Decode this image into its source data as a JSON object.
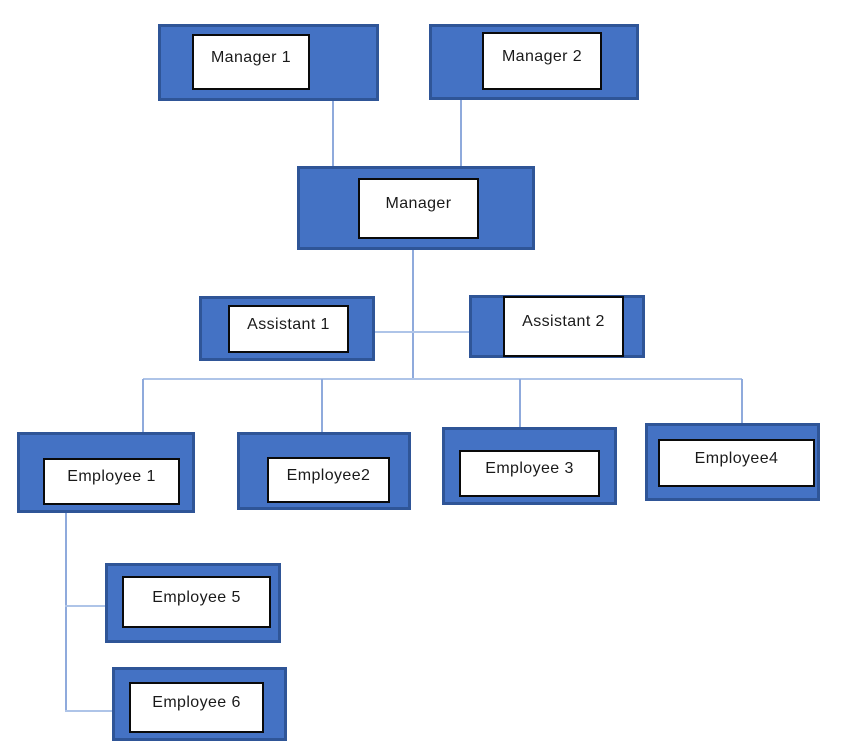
{
  "diagram": {
    "type": "org-chart",
    "title": "",
    "nodes": [
      {
        "id": "manager-1",
        "label": "Manager 1"
      },
      {
        "id": "manager-2",
        "label": "Manager 2"
      },
      {
        "id": "manager",
        "label": "Manager"
      },
      {
        "id": "assistant-1",
        "label": "Assistant 1"
      },
      {
        "id": "assistant-2",
        "label": "Assistant 2"
      },
      {
        "id": "employee-1",
        "label": "Employee 1"
      },
      {
        "id": "employee-2",
        "label": "Employee2"
      },
      {
        "id": "employee-3",
        "label": "Employee 3"
      },
      {
        "id": "employee-4",
        "label": "Employee4"
      },
      {
        "id": "employee-5",
        "label": "Employee 5"
      },
      {
        "id": "employee-6",
        "label": "Employee 6"
      }
    ],
    "edges": [
      {
        "from": "manager-1",
        "to": "manager"
      },
      {
        "from": "manager-2",
        "to": "manager"
      },
      {
        "from": "assistant-1",
        "to": "assistant-2"
      },
      {
        "from": "manager",
        "to": "employee-1"
      },
      {
        "from": "manager",
        "to": "employee-2"
      },
      {
        "from": "manager",
        "to": "employee-3"
      },
      {
        "from": "manager",
        "to": "employee-4"
      },
      {
        "from": "employee-1",
        "to": "employee-5"
      },
      {
        "from": "employee-1",
        "to": "employee-6"
      }
    ],
    "colors": {
      "node_fill": "#4472C4",
      "node_border": "#2F5597",
      "label_fill": "#FFFFFF",
      "label_border": "#0A0A0A",
      "connector_vertical": "#8FAADC",
      "connector_horizontal": "#AEC4E8"
    }
  }
}
